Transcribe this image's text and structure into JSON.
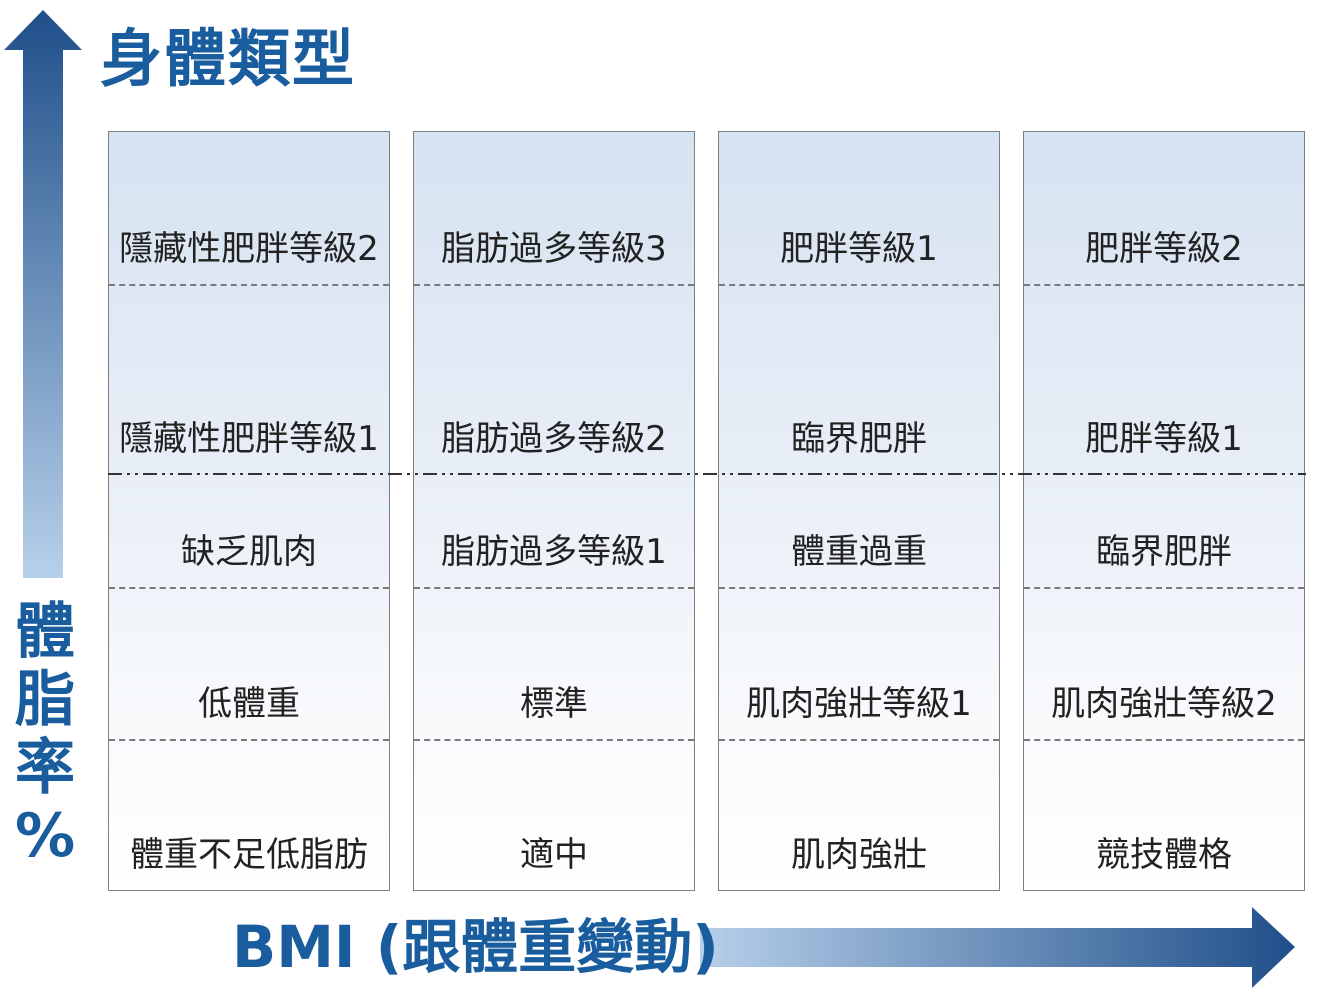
{
  "title": "身體類型",
  "y_axis": {
    "chars": [
      "體",
      "脂",
      "率",
      "%"
    ]
  },
  "x_axis": {
    "label": "BMI (跟體重變動)"
  },
  "columns": [
    {
      "cells": [
        "隱藏性肥胖等級2",
        "隱藏性肥胖等級1",
        "缺乏肌肉",
        "低體重",
        "體重不足低脂肪"
      ]
    },
    {
      "cells": [
        "脂肪過多等級3",
        "脂肪過多等級2",
        "脂肪過多等級1",
        "標準",
        "適中"
      ]
    },
    {
      "cells": [
        "肥胖等級1",
        "臨界肥胖",
        "體重過重",
        "肌肉強壯等級1",
        "肌肉強壯"
      ]
    },
    {
      "cells": [
        "肥胖等級2",
        "肥胖等級1",
        "臨界肥胖",
        "肌肉強壯等級2",
        "競技體格"
      ]
    }
  ],
  "colors": {
    "accent": "#1a5d9e",
    "arrow_dark": "#1f4f8a",
    "arrow_light": "#b7d0ea"
  }
}
